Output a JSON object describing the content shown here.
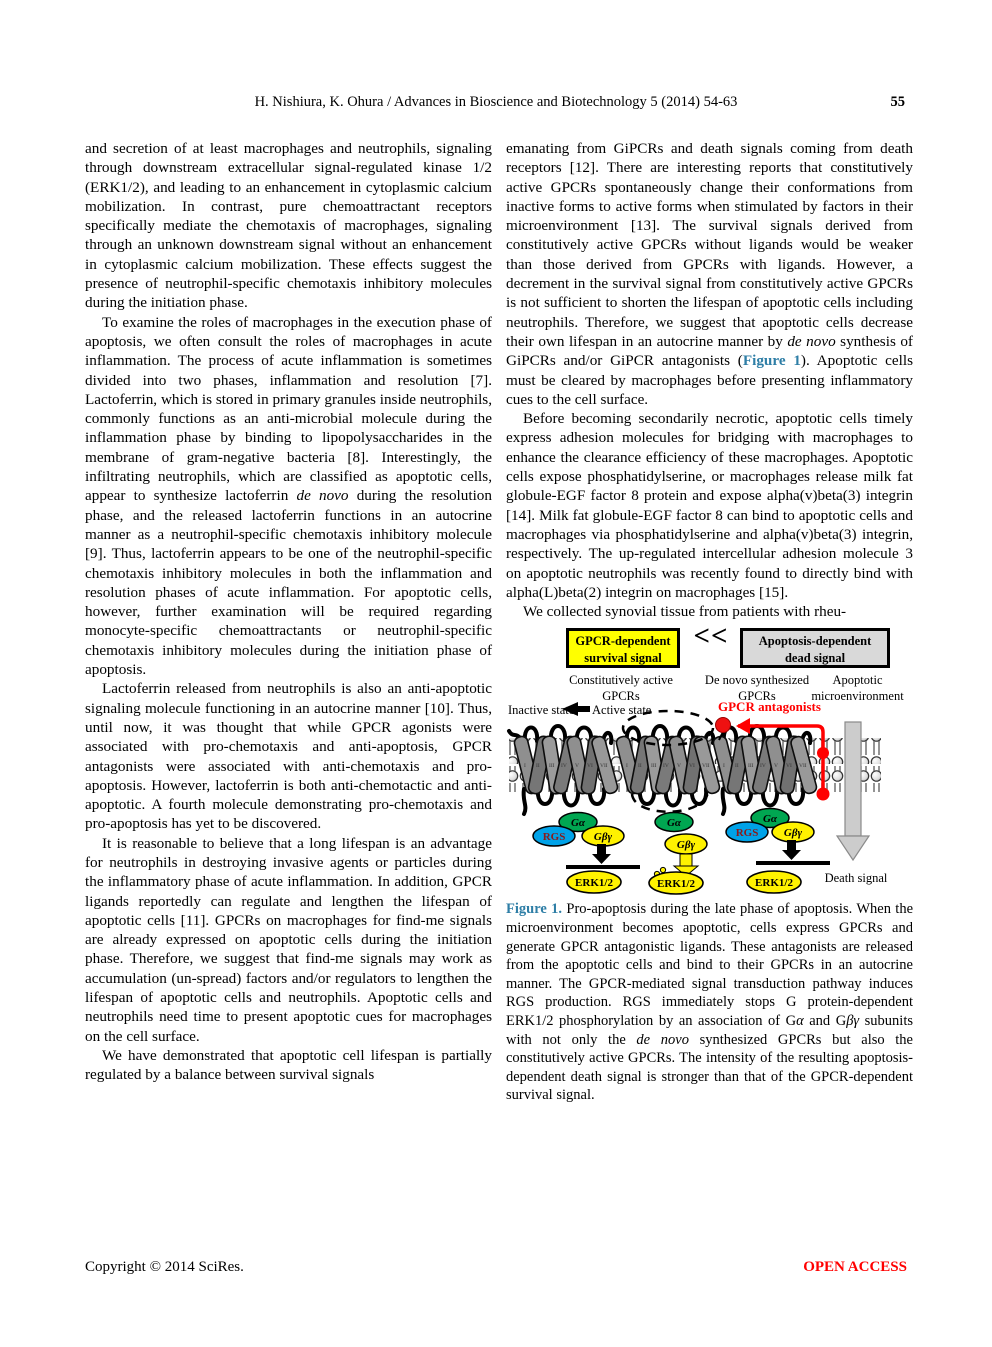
{
  "header": {
    "running_title": "H. Nishiura, K. Ohura / Advances in Bioscience and Biotechnology 5 (2014) 54-63",
    "page_number": "55"
  },
  "colors": {
    "figure_ref_teal": "#2E7EA6",
    "emphasis_red": "#FF0000",
    "survival_box_yellow": "#FFFF00",
    "dead_box_gray": "#D9D9D9",
    "g_alpha_green": "#00A651",
    "rgs_blue": "#00A2E8",
    "g_protein_yellow": "#FFF200"
  },
  "left_column": {
    "paragraphs": [
      [
        {
          "t": "and secretion of at least macrophages and neutrophils, signaling through downstream extracellular signal-regulated kinase 1/2 (ERK1/2), and leading to an enhancement in cytoplasmic calcium mobilization. In contrast, pure chemoattractant receptors specifically mediate the chemotaxis of macrophages, signaling through an unknown downstream signal without an enhancement in cytoplasmic calcium mobilization. These effects suggest the presence of neutrophil-specific chemotaxis inhibitory molecules during the initiation phase."
        }
      ],
      [
        {
          "t": "To examine the roles of macrophages in the execution phase of apoptosis, we often consult the roles of macrophages in acute inflammation. The process of acute inflammation is sometimes divided into two phases, inflammation and resolution [7]. Lactoferrin, which is stored in primary granules inside neutrophils, commonly functions as an anti-microbial molecule during the inflammation phase by binding to lipopolysaccharides in the membrane of gram-negative bacteria [8]. Interestingly, the infiltrating neutrophils, which are classified as apoptotic cells, appear to synthesize lactoferrin "
        },
        {
          "t": "de novo",
          "s": "i"
        },
        {
          "t": " during the resolution phase, and the released lactoferrin functions in an autocrine manner as a neutrophil-specific chemotaxis inhibitory molecule [9]. Thus, lactoferrin appears to be one of the neutrophil-specific chemotaxis inhibitory molecules in both the inflammation and resolution phases of acute inflammation. For apoptotic cells, however, further examination will be required regarding monocyte-specific chemoattractants or neutrophil-specific chemotaxis inhibitory molecules during the initiation phase of apoptosis."
        }
      ],
      [
        {
          "t": "Lactoferrin released from neutrophils is also an anti-apoptotic signaling molecule functioning in an autocrine manner [10]. Thus, until now, it was thought that while GPCR agonists were associated with pro-chemotaxis and anti-apoptosis, GPCR antagonists were associated with anti-chemotaxis and pro-apoptosis. However, lactoferrin is both anti-chemotactic and anti-apoptotic. A fourth molecule demonstrating pro-chemotaxis and pro-apoptosis has yet to be discovered."
        }
      ],
      [
        {
          "t": "It is reasonable to believe that a long lifespan is an advantage for neutrophils in destroying invasive agents or particles during the inflammatory phase of acute inflammation. In addition, GPCR ligands reportedly can regulate and lengthen the lifespan of apoptotic cells [11]. GPCRs on macrophages for find-me signals are already expressed on apoptotic cells during the initiation phase. Therefore, we suggest that find-me signals may work as accumulation (un-spread) factors and/or regulators to lengthen the lifespan of apoptotic cells and neutrophils. Apoptotic cells and neutrophils need time to present apoptotic cues for macrophages on the cell surface."
        }
      ],
      [
        {
          "t": "We have demonstrated that apoptotic cell lifespan is partially regulated by a balance between survival signals"
        }
      ]
    ]
  },
  "right_column": {
    "paragraphs": [
      [
        {
          "t": "emanating from GiPCRs and death signals coming from death receptors [12]. There are interesting reports that constitutively active GPCRs spontaneously change their conformations from inactive forms to active forms when stimulated by factors in their microenvironment [13]. The survival signals derived from constitutively active GPCRs without ligands would be weaker than those derived from GPCRs with ligands. However, a decrement in the survival signal from constitutively active GPCRs is not sufficient to shorten the lifespan of apoptotic cells including neutrophils. Therefore, we suggest that apoptotic cells decrease their own lifespan in an autocrine manner by "
        },
        {
          "t": "de novo",
          "s": "i"
        },
        {
          "t": " synthesis of GiPCRs and/or GiPCR antagonists ("
        },
        {
          "t": "Figure 1",
          "s": "fig"
        },
        {
          "t": "). Apoptotic cells must be cleared by macrophages before presenting inflammatory cues to the cell surface."
        }
      ],
      [
        {
          "t": "Before becoming secondarily necrotic, apoptotic cells timely express adhesion molecules for bridging with macrophages to enhance the clearance efficiency of these macrophages. Apoptotic cells expose phosphatidylserine, or macrophages release milk fat globule-EGF factor 8 protein and expose alpha(v)beta(3) integrin [14]. Milk fat globule-EGF factor 8 can bind to apoptotic cells and macrophages via phosphatidylserine and alpha(v)beta(3) integrin, respectively. The up-regulated intercellular adhesion molecule 3 on apoptotic neutrophils was recently found to directly bind with alpha(L)beta(2) integrin on macrophages [15]."
        }
      ],
      [
        {
          "t": "We collected synovial tissue from patients with rheu-"
        }
      ]
    ]
  },
  "figure": {
    "boxes": {
      "survival_line1": "GPCR-dependent",
      "survival_line2": "survival signal",
      "comparator": "<<",
      "dead_line1": "Apoptosis-dependent",
      "dead_line2": "dead signal"
    },
    "labels": {
      "constitutively_line1": "Constitutively active",
      "constitutively_line2": "GPCRs",
      "denovo_line1": "De novo synthesized",
      "denovo_line2": "GPCRs",
      "apoptotic_line1": "Apoptotic",
      "apoptotic_line2": "microenvironment",
      "inactive_state": "Inactive state",
      "active_state": "Active state",
      "gpcr_antagonists": "GPCR antagonists",
      "death_signal": "Death signal"
    },
    "molecules": {
      "g_alpha": "Gα",
      "rgs": "RGS",
      "g_beta_gamma": "Gβγ",
      "erk": "ERK1/2"
    },
    "helix_numerals": [
      "I",
      "II",
      "III",
      "IV",
      "V",
      "VI",
      "VII"
    ],
    "caption": [
      {
        "t": "Figure 1.",
        "s": "fig"
      },
      {
        "t": " Pro-apoptosis during the late phase of apoptosis. When the microenvironment becomes apoptotic, cells express GPCRs and generate GPCR antagonistic ligands. These antagonists are released from the apoptotic cells and bind to their GPCRs in an autocrine manner. The GPCR-mediated signal transduction pathway induces RGS production. RGS immediately stops G protein-dependent ERK1/2 phosphorylation by an association of G"
      },
      {
        "t": "α",
        "s": "i"
      },
      {
        "t": " and G"
      },
      {
        "t": "βγ",
        "s": "i"
      },
      {
        "t": " subunits with not only the "
      },
      {
        "t": "de novo",
        "s": "i"
      },
      {
        "t": " synthesized GPCRs but also the constitutively active GPCRs. The intensity of the resulting apoptosis-dependent death signal is stronger than that of the GPCR-dependent survival signal."
      }
    ]
  },
  "footer": {
    "copyright": "Copyright © 2014 SciRes.",
    "open_access": "OPEN ACCESS"
  }
}
